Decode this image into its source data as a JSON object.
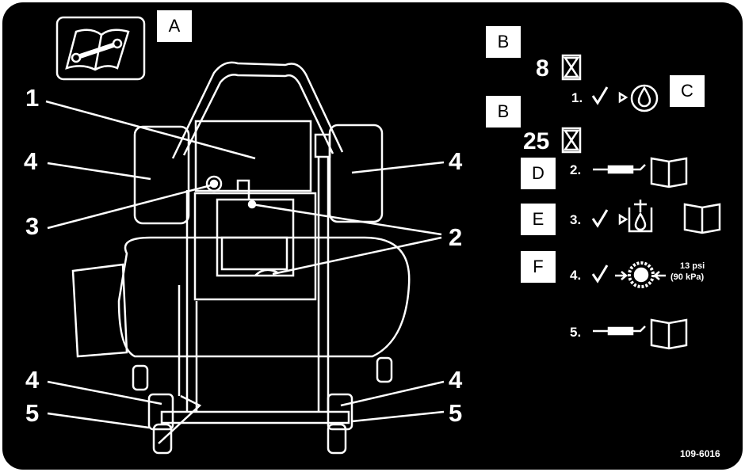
{
  "box_labels": {
    "a": "A",
    "b1": "B",
    "b2": "B",
    "c": "C",
    "d": "D",
    "e": "E",
    "f": "F"
  },
  "callouts": {
    "c1": "1",
    "c2": "2",
    "c3": "3",
    "c4_left_top": "4",
    "c4_right_top": "4",
    "c4_left_bottom": "4",
    "c4_right_bottom": "4",
    "c5_left": "5",
    "c5_right": "5"
  },
  "intervals": {
    "first": "8",
    "second": "25"
  },
  "steps": [
    "1.",
    "2.",
    "3.",
    "4.",
    "5."
  ],
  "tire_pressure": {
    "psi": "13 psi",
    "kpa": "(90 kPa)"
  },
  "part_number": "109-6016",
  "colors": {
    "panel": "#000000",
    "ink": "#ffffff",
    "label_bg": "#ffffff"
  }
}
